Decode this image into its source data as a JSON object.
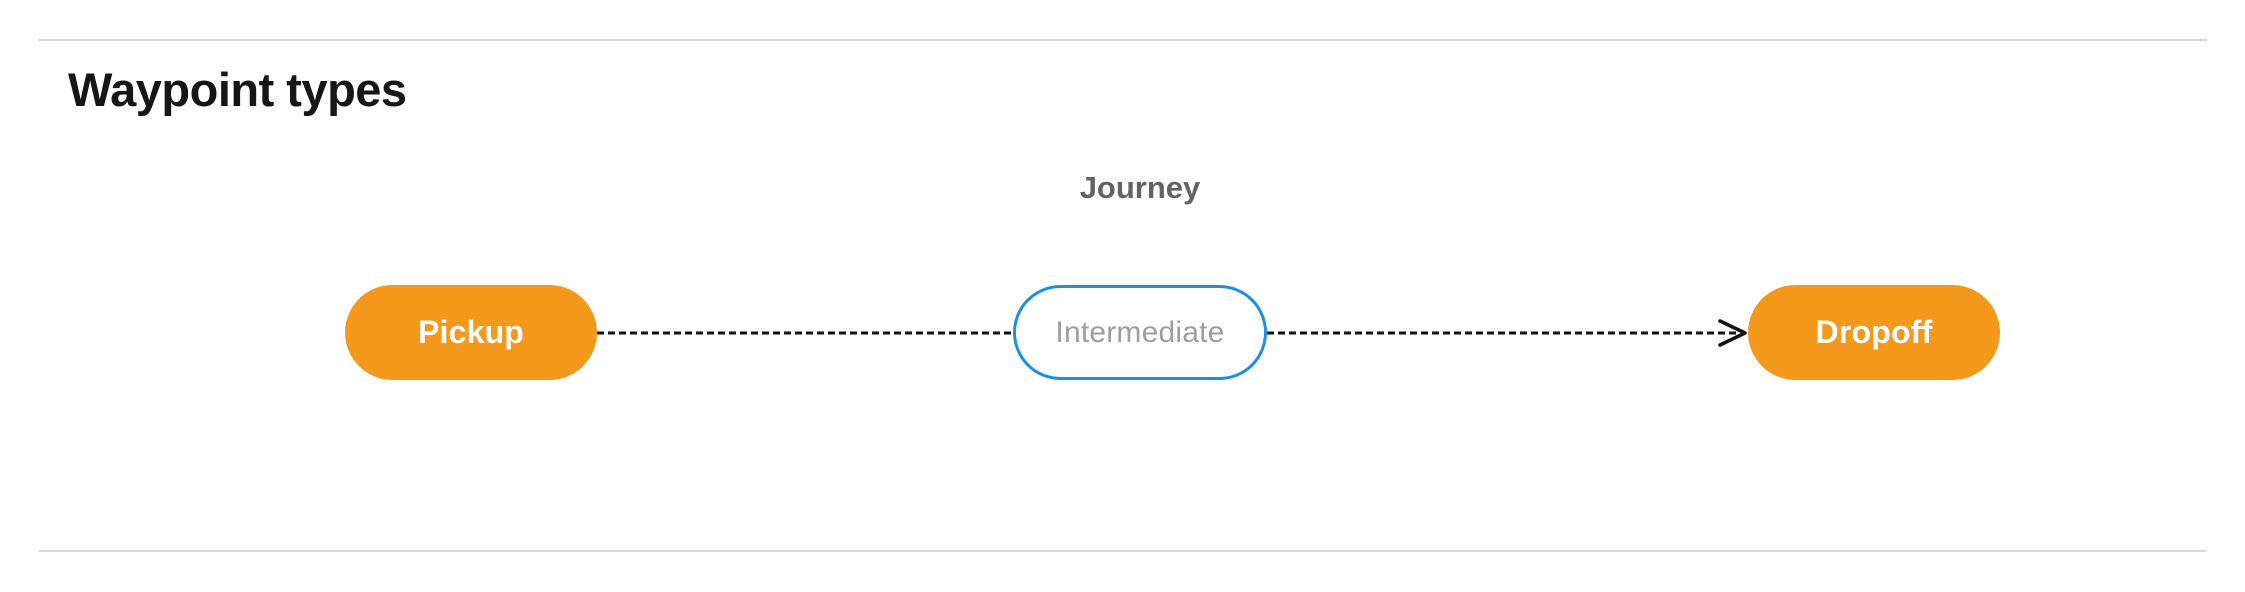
{
  "section": {
    "title": "Waypoint types"
  },
  "diagram": {
    "group_label": "Journey",
    "nodes": [
      {
        "id": "pickup",
        "label": "Pickup",
        "type": "terminal"
      },
      {
        "id": "intermediate",
        "label": "Intermediate",
        "type": "intermediate"
      },
      {
        "id": "dropoff",
        "label": "Dropoff",
        "type": "terminal"
      }
    ],
    "edges": [
      {
        "from": "pickup",
        "to": "intermediate",
        "style": "dashed",
        "arrowhead": false
      },
      {
        "from": "intermediate",
        "to": "dropoff",
        "style": "dashed",
        "arrowhead": true
      }
    ]
  },
  "colors": {
    "accent-orange": "#f5991d",
    "accent-blue": "#1c90dc",
    "text-muted": "#9e9e9e",
    "text-journey": "#636363",
    "text-heading": "#161616",
    "divider": "#d9d9d9",
    "arrow": "#111111"
  }
}
